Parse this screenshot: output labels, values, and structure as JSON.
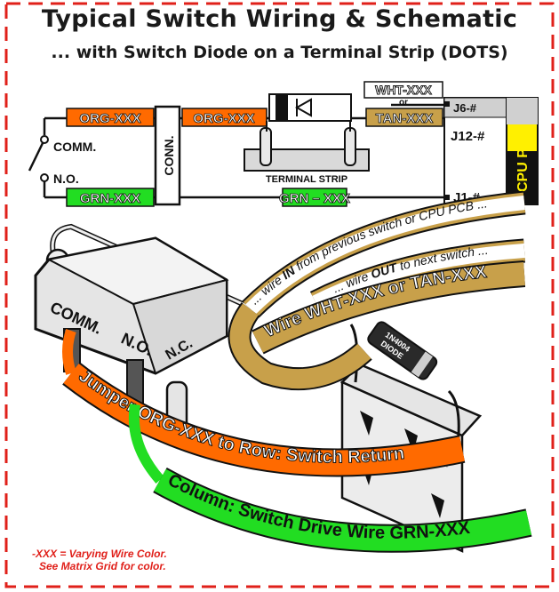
{
  "title": "Typical Switch Wiring & Schematic",
  "subtitle": "... with Switch Diode on a Terminal Strip (DOTS)",
  "schematic": {
    "wire_org_left": "ORG-XXX",
    "wire_org_right": "ORG-XXX",
    "wire_grn_left": "GRN-XXX",
    "wire_grn_mid": "GRN – XXX",
    "wire_wht": "WHT-XXX",
    "wire_or": "or",
    "wire_tan": "TAN-XXX",
    "comm_label": "COMM.",
    "no_label": "N.O.",
    "conn_label": "CONN.",
    "terminal_strip_label": "TERMINAL STRIP",
    "j6_label": "J6-#",
    "j12_label": "J12-#",
    "j1_label": "J1-#",
    "cpu_pcb_label": "CPU PCB"
  },
  "illustration": {
    "switch_comm": "COMM.",
    "switch_no": "N.O.",
    "switch_nc": "N.C.",
    "diode_part_line1": "1N4004",
    "diode_part_line2": "DIODE",
    "wire_in_text_1": "... wire ",
    "wire_in_text_2": "IN",
    "wire_in_text_3": " from previous switch or CPU PCB ...",
    "wire_out_text_1": "... wire ",
    "wire_out_text_2": "OUT",
    "wire_out_text_3": " to next switch ...",
    "wire_label": "Wire WHT-XXX or TAN-XXX",
    "jumper_label": "Jumper ORG-XXX to Row: Switch Return",
    "column_label": "Column: Switch Drive Wire GRN-XXX"
  },
  "note": {
    "line1": "-XXX = Varying Wire Color.",
    "line2": "See Matrix Grid for color."
  },
  "colors": {
    "border": "#e0201a",
    "orange_wire": "#ff6a00",
    "green_wire": "#22dd22",
    "tan_wire": "#c8a04a",
    "cpu_pcb": "#fff000",
    "outline": "#111111"
  }
}
